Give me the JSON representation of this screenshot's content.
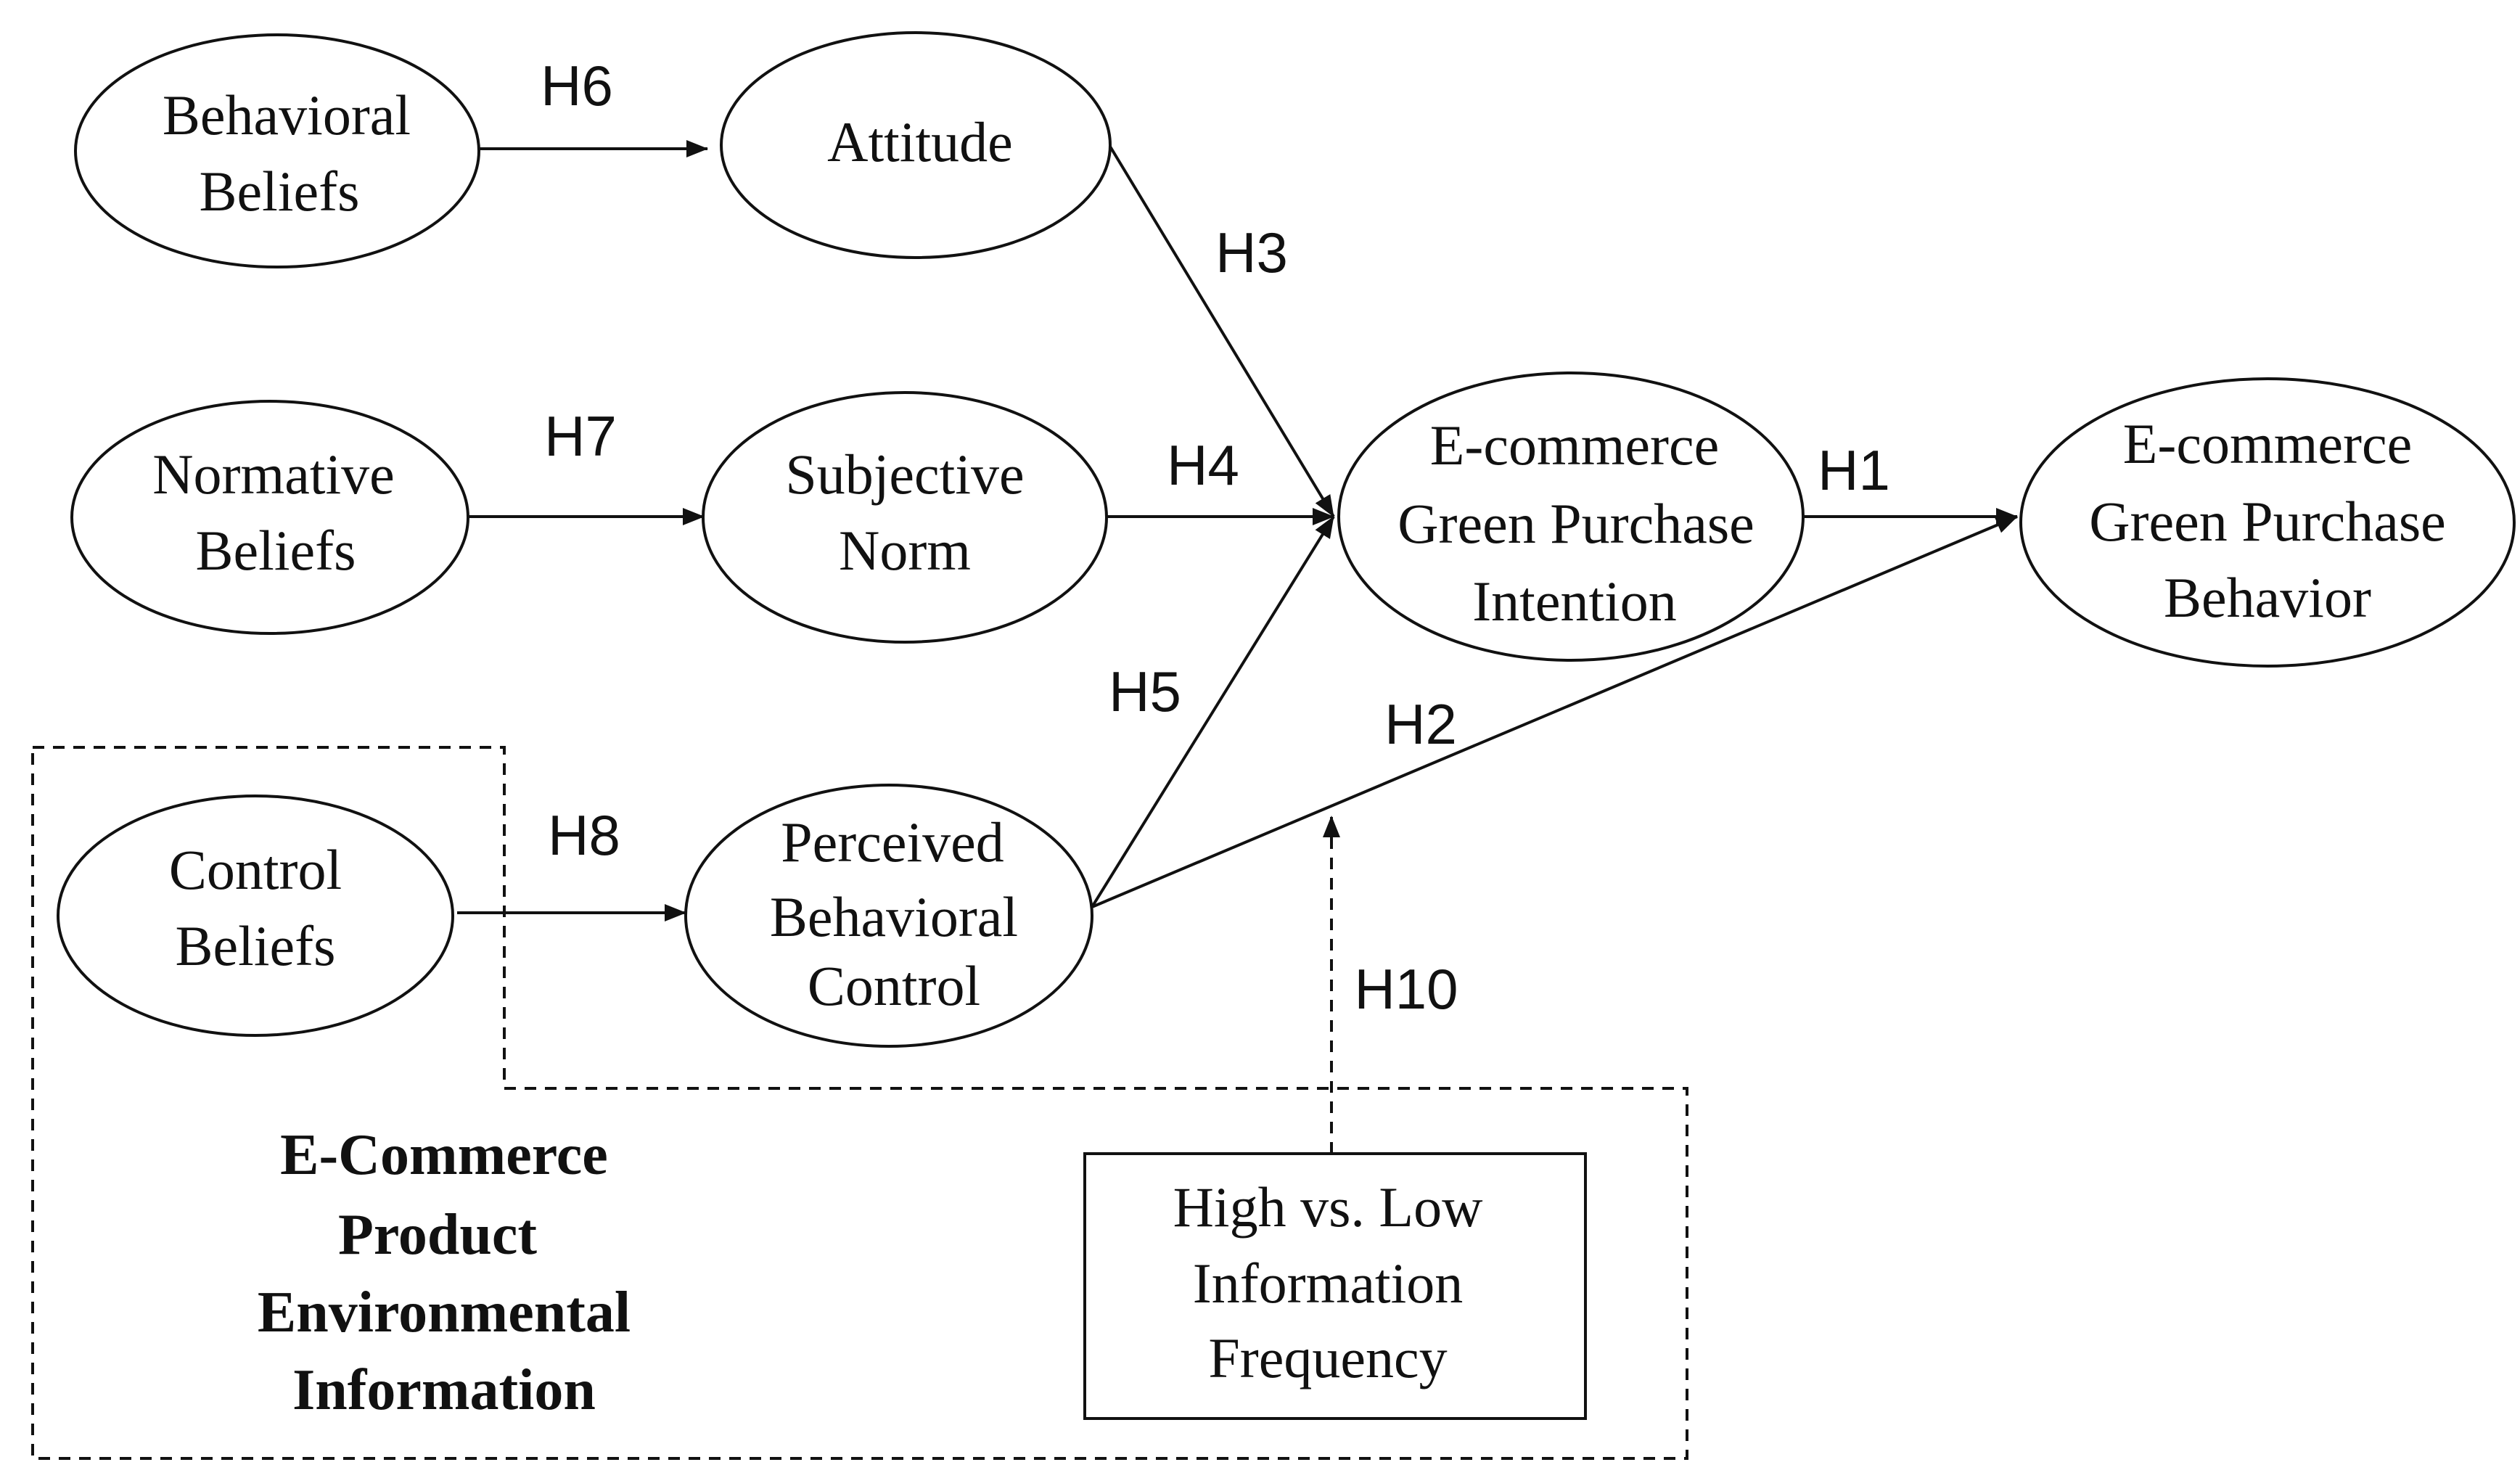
{
  "nodes": {
    "behavioral_beliefs": [
      "Behavioral",
      "Beliefs"
    ],
    "attitude": [
      "Attitude"
    ],
    "normative_beliefs": [
      "Normative",
      "Beliefs"
    ],
    "subjective_norm": [
      "Subjective",
      "Norm"
    ],
    "control_beliefs": [
      "Control",
      "Beliefs"
    ],
    "perceived_behavioral_control": [
      "Perceived",
      "Behavioral",
      "Control"
    ],
    "intention": [
      "E-commerce",
      "Green Purchase",
      "Intention"
    ],
    "behavior": [
      "E-commerce",
      "Green Purchase",
      "Behavior"
    ],
    "moderator": [
      "High vs. Low",
      "Information",
      "Frequency"
    ]
  },
  "hypotheses": {
    "h1": "H1",
    "h2": "H2",
    "h3": "H3",
    "h4": "H4",
    "h5": "H5",
    "h6": "H6",
    "h7": "H7",
    "h8": "H8",
    "h10": "H10"
  },
  "region": {
    "title": [
      "E-Commerce",
      "Product",
      "Environmental",
      "Information"
    ]
  }
}
